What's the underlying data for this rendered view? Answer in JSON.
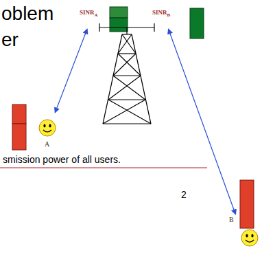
{
  "diagram": {
    "nodes": [
      {
        "text": [
          "SINR",
          "A"
        ]
      },
      {
        "text": [
          "SINR",
          "B"
        ]
      },
      {
        "text": [
          "A"
        ]
      },
      {
        "text": [
          "B"
        ]
      }
    ],
    "edges": [
      {
        "from": 2,
        "to": 0,
        "arrow": "both"
      },
      {
        "from": 1,
        "to": 3,
        "arrow": "both"
      }
    ],
    "labels": [
      "oblem",
      "er",
      "smission power of all users.",
      "2"
    ]
  }
}
